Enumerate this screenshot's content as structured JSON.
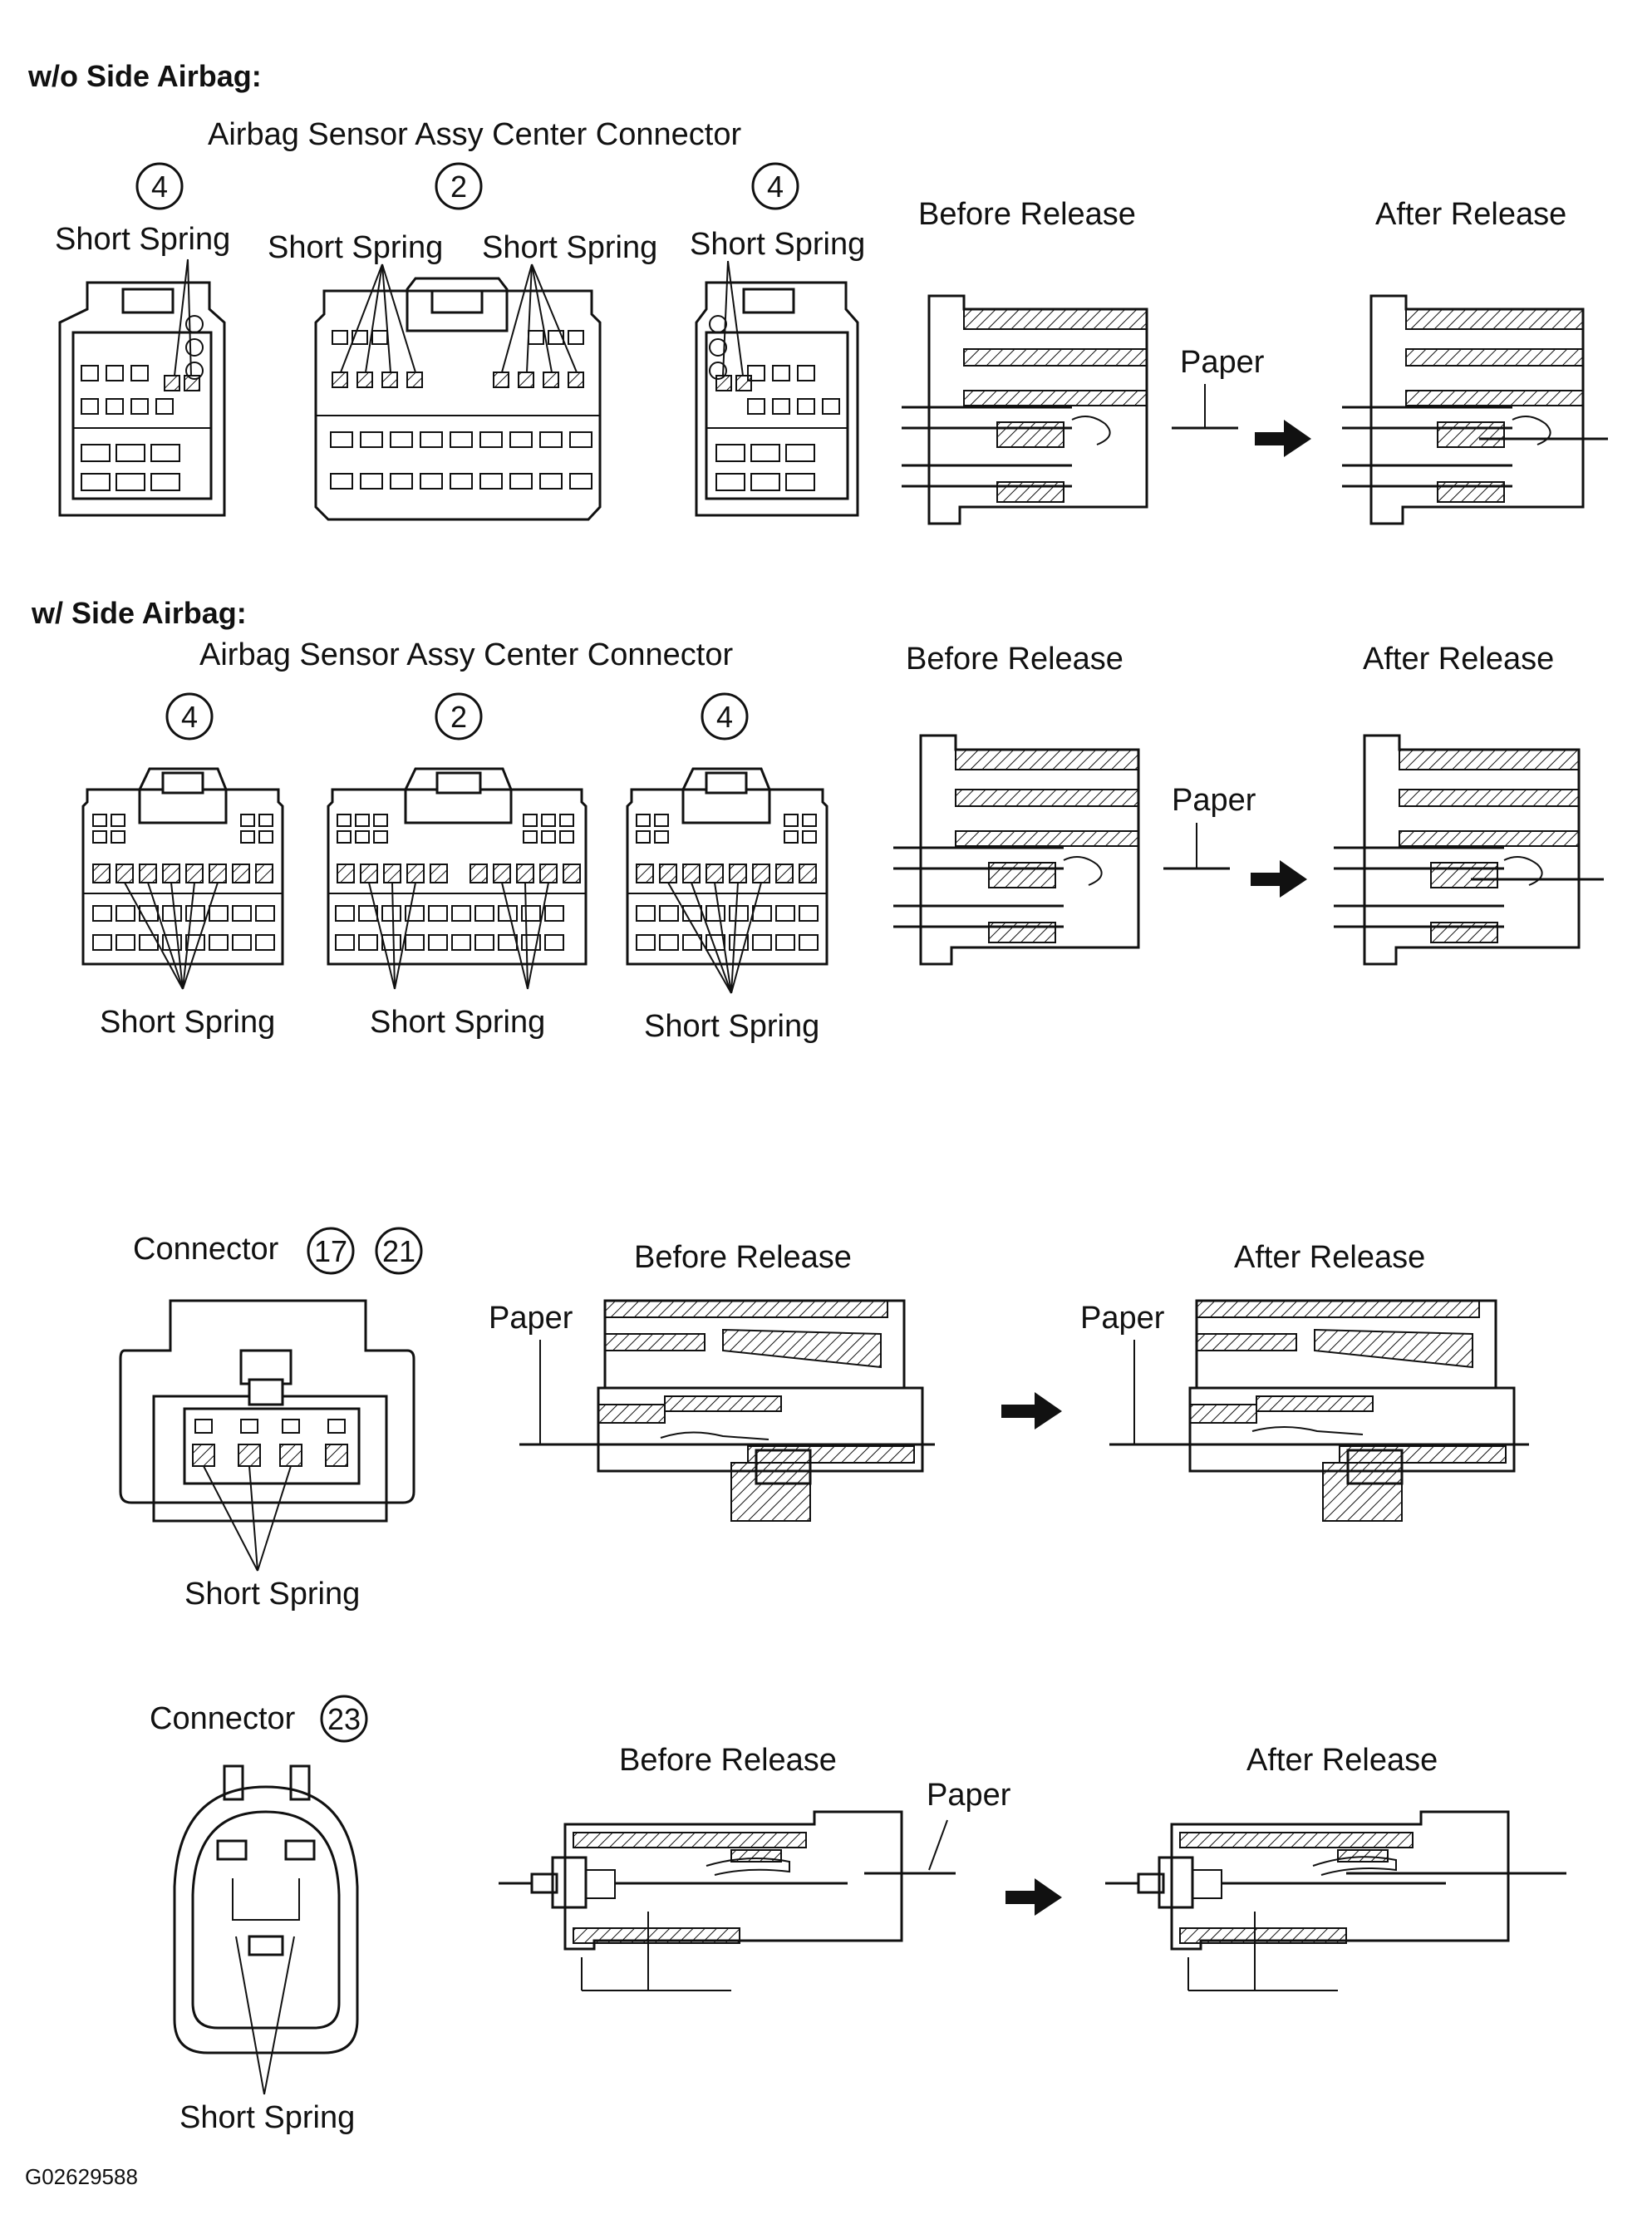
{
  "sections": {
    "wo_side_airbag": {
      "heading": "w/o Side Airbag:",
      "connector_title": "Airbag Sensor Assy Center Connector",
      "connectors": [
        {
          "number": "4",
          "spring_label": "Short Spring"
        },
        {
          "number": "2",
          "spring_label_left": "Short Spring",
          "spring_label_right": "Short Spring"
        },
        {
          "number": "4",
          "spring_label": "Short Spring"
        }
      ],
      "before_label": "Before Release",
      "after_label": "After Release",
      "paper_label": "Paper"
    },
    "w_side_airbag": {
      "heading": "w/ Side Airbag:",
      "connector_title": "Airbag Sensor Assy Center Connector",
      "connectors": [
        {
          "number": "4",
          "spring_label": "Short Spring"
        },
        {
          "number": "2",
          "spring_label": "Short Spring"
        },
        {
          "number": "4",
          "spring_label": "Short Spring"
        }
      ],
      "before_label": "Before Release",
      "after_label": "After Release",
      "paper_label": "Paper"
    },
    "connector_17_21": {
      "title": "Connector",
      "numbers": [
        "17",
        "21"
      ],
      "spring_label": "Short Spring",
      "before_label": "Before Release",
      "after_label": "After Release",
      "paper_label_before": "Paper",
      "paper_label_after": "Paper"
    },
    "connector_23": {
      "title": "Connector",
      "number": "23",
      "spring_label": "Short Spring",
      "before_label": "Before Release",
      "after_label": "After Release",
      "paper_label": "Paper"
    }
  },
  "figure_code": "G02629588"
}
